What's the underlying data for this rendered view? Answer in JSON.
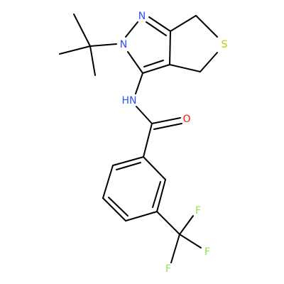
{
  "atom_labels": {
    "n_pyrazole_top": "N",
    "n_pyrazole_tbu": "N",
    "s_thiophene": "S",
    "nh_amide": "HN",
    "o_carbonyl": "O",
    "f1": "F",
    "f2": "F",
    "f3": "F"
  },
  "colors": {
    "nitrogen": "#3050F8",
    "oxygen": "#FF0D0D",
    "sulfur": "#C8C800",
    "fluorine": "#90E050",
    "bond": "#000000",
    "background": "#FFFFFF"
  }
}
